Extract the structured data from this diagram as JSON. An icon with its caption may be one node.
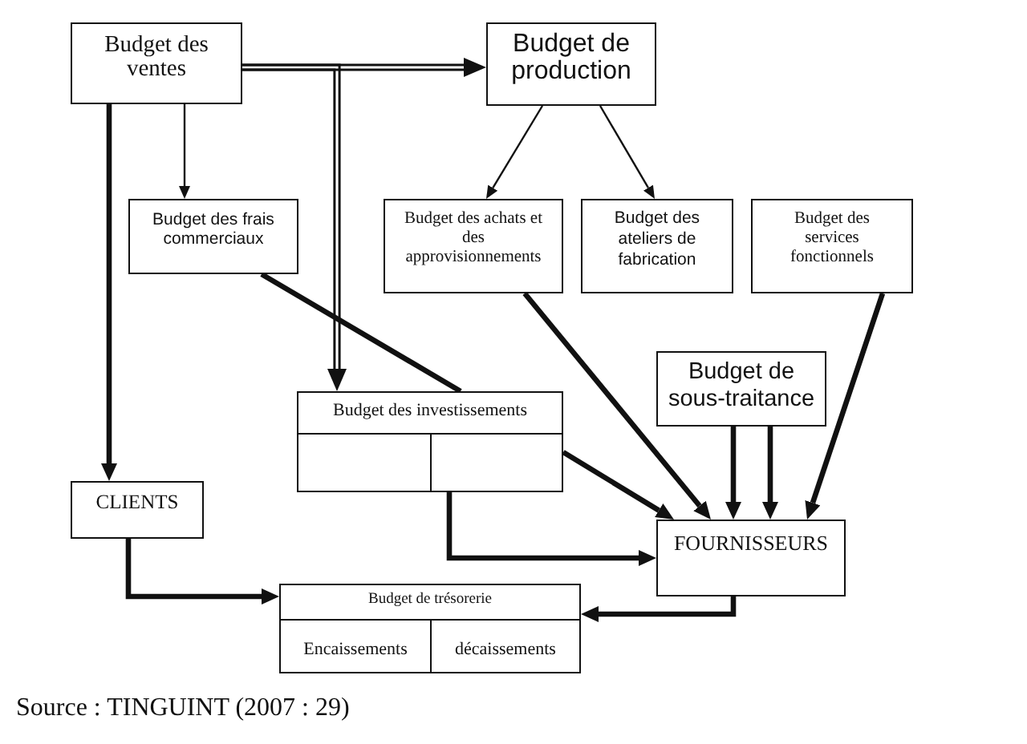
{
  "diagram": {
    "caption": "Source : TINGUINT (2007 : 29)",
    "nodes": [
      {
        "text": [
          "Budget des ventes"
        ]
      },
      {
        "text": [
          "Budget de production"
        ]
      },
      {
        "text": [
          "Budget des frais commerciaux"
        ]
      },
      {
        "text": [
          "Budget des achats et des approvisionnements"
        ]
      },
      {
        "text": [
          "Budget des ateliers de fabrication"
        ]
      },
      {
        "text": [
          "Budget des services fonctionnels"
        ]
      },
      {
        "text": [
          "Budget de sous-traitance"
        ]
      },
      {
        "text": [
          "Budget des investissements"
        ]
      },
      {
        "text": [],
        "shape": "box",
        "in": 7
      },
      {
        "text": [],
        "shape": "box",
        "in": 7
      },
      {
        "text": [
          "CLIENTS"
        ]
      },
      {
        "text": [
          "FOURNISSEURS"
        ]
      },
      {
        "text": [
          "Budget de trésorerie"
        ]
      },
      {
        "text": [
          "Encaissements"
        ],
        "in": 12
      },
      {
        "text": [
          "décaissements"
        ],
        "in": 12
      }
    ],
    "edges": [
      {
        "from": 0,
        "to": 1,
        "arrow": "to"
      },
      {
        "from": 0,
        "to": 7,
        "arrow": "to"
      },
      {
        "from": 0,
        "to": 2,
        "arrow": "to"
      },
      {
        "from": 0,
        "to": 10,
        "arrow": "to"
      },
      {
        "from": 1,
        "to": 3,
        "arrow": "to"
      },
      {
        "from": 1,
        "to": 4,
        "arrow": "to"
      },
      {
        "from": 2,
        "to": 7,
        "arrow": "none"
      },
      {
        "from": 3,
        "to": 11,
        "arrow": "to"
      },
      {
        "from": 6,
        "to": 11,
        "arrow": "to"
      },
      {
        "from": 6,
        "to": 11,
        "arrow": "to"
      },
      {
        "from": 5,
        "to": 11,
        "arrow": "to"
      },
      {
        "from": 9,
        "to": 11,
        "arrow": "to"
      },
      {
        "from": 10,
        "to": 12,
        "arrow": "to"
      },
      {
        "from": 11,
        "to": 12,
        "arrow": "to"
      },
      {
        "from": 9,
        "to": 11,
        "arrow": "to"
      }
    ]
  }
}
